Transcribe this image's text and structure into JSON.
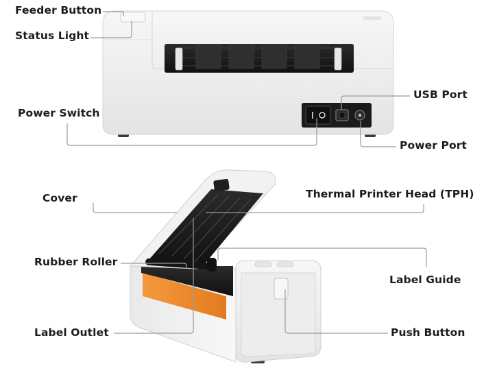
{
  "labels": {
    "feeder_button": "Feeder Button",
    "status_light": "Status Light",
    "power_switch": "Power Switch",
    "usb_port": "USB Port",
    "power_port": "Power Port",
    "cover": "Cover",
    "thermal_printer_head": "Thermal Printer Head (TPH)",
    "rubber_roller": "Rubber Roller",
    "label_guide": "Label Guide",
    "label_outlet": "Label Outlet",
    "push_button": "Push Button"
  },
  "colors": {
    "printer_body": "#f1f1f1",
    "printer_shadow": "#d6d6d6",
    "accent_orange": "#ef8a2e",
    "panel_black": "#1e1e1e",
    "leader_line": "#9a9a9a"
  },
  "icons": {
    "switch_on": "I",
    "switch_off": "O"
  }
}
